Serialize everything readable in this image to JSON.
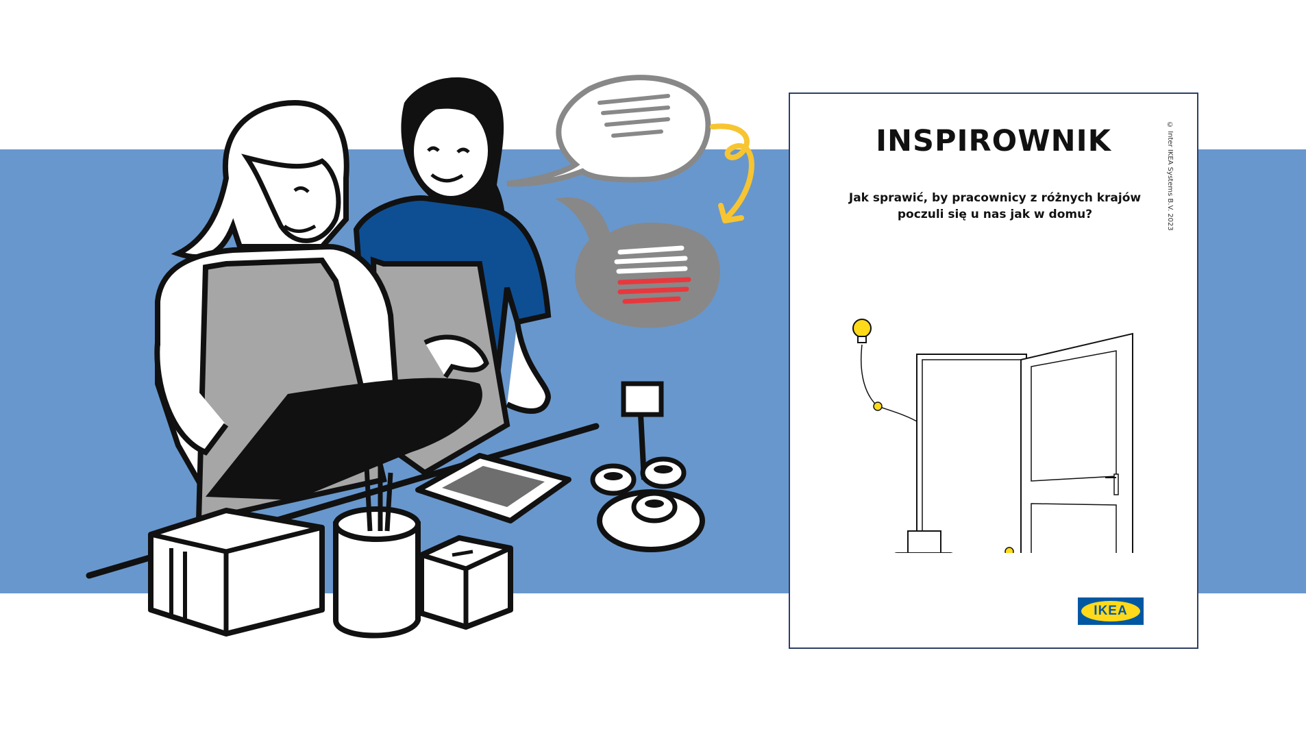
{
  "colors": {
    "band": "#6897cd",
    "poster_border": "#2c3e63",
    "ikea_blue": "#0058a3",
    "ikea_yellow": "#ffda1a",
    "flag_red": "#e8383d",
    "arrow_yellow": "#f7c531"
  },
  "illustration": {
    "icons": [
      "speech-bubble-icon",
      "translation-arrow-icon",
      "flag-speech-bubble-icon"
    ]
  },
  "poster": {
    "title": "INSPIROWNIK",
    "question": "Jak sprawić, by pracownicy z różnych krajów poczuli się u nas jak w domu?",
    "copyright": "© Inter IKEA Systems B.V. 2023",
    "logo": "IKEA"
  }
}
